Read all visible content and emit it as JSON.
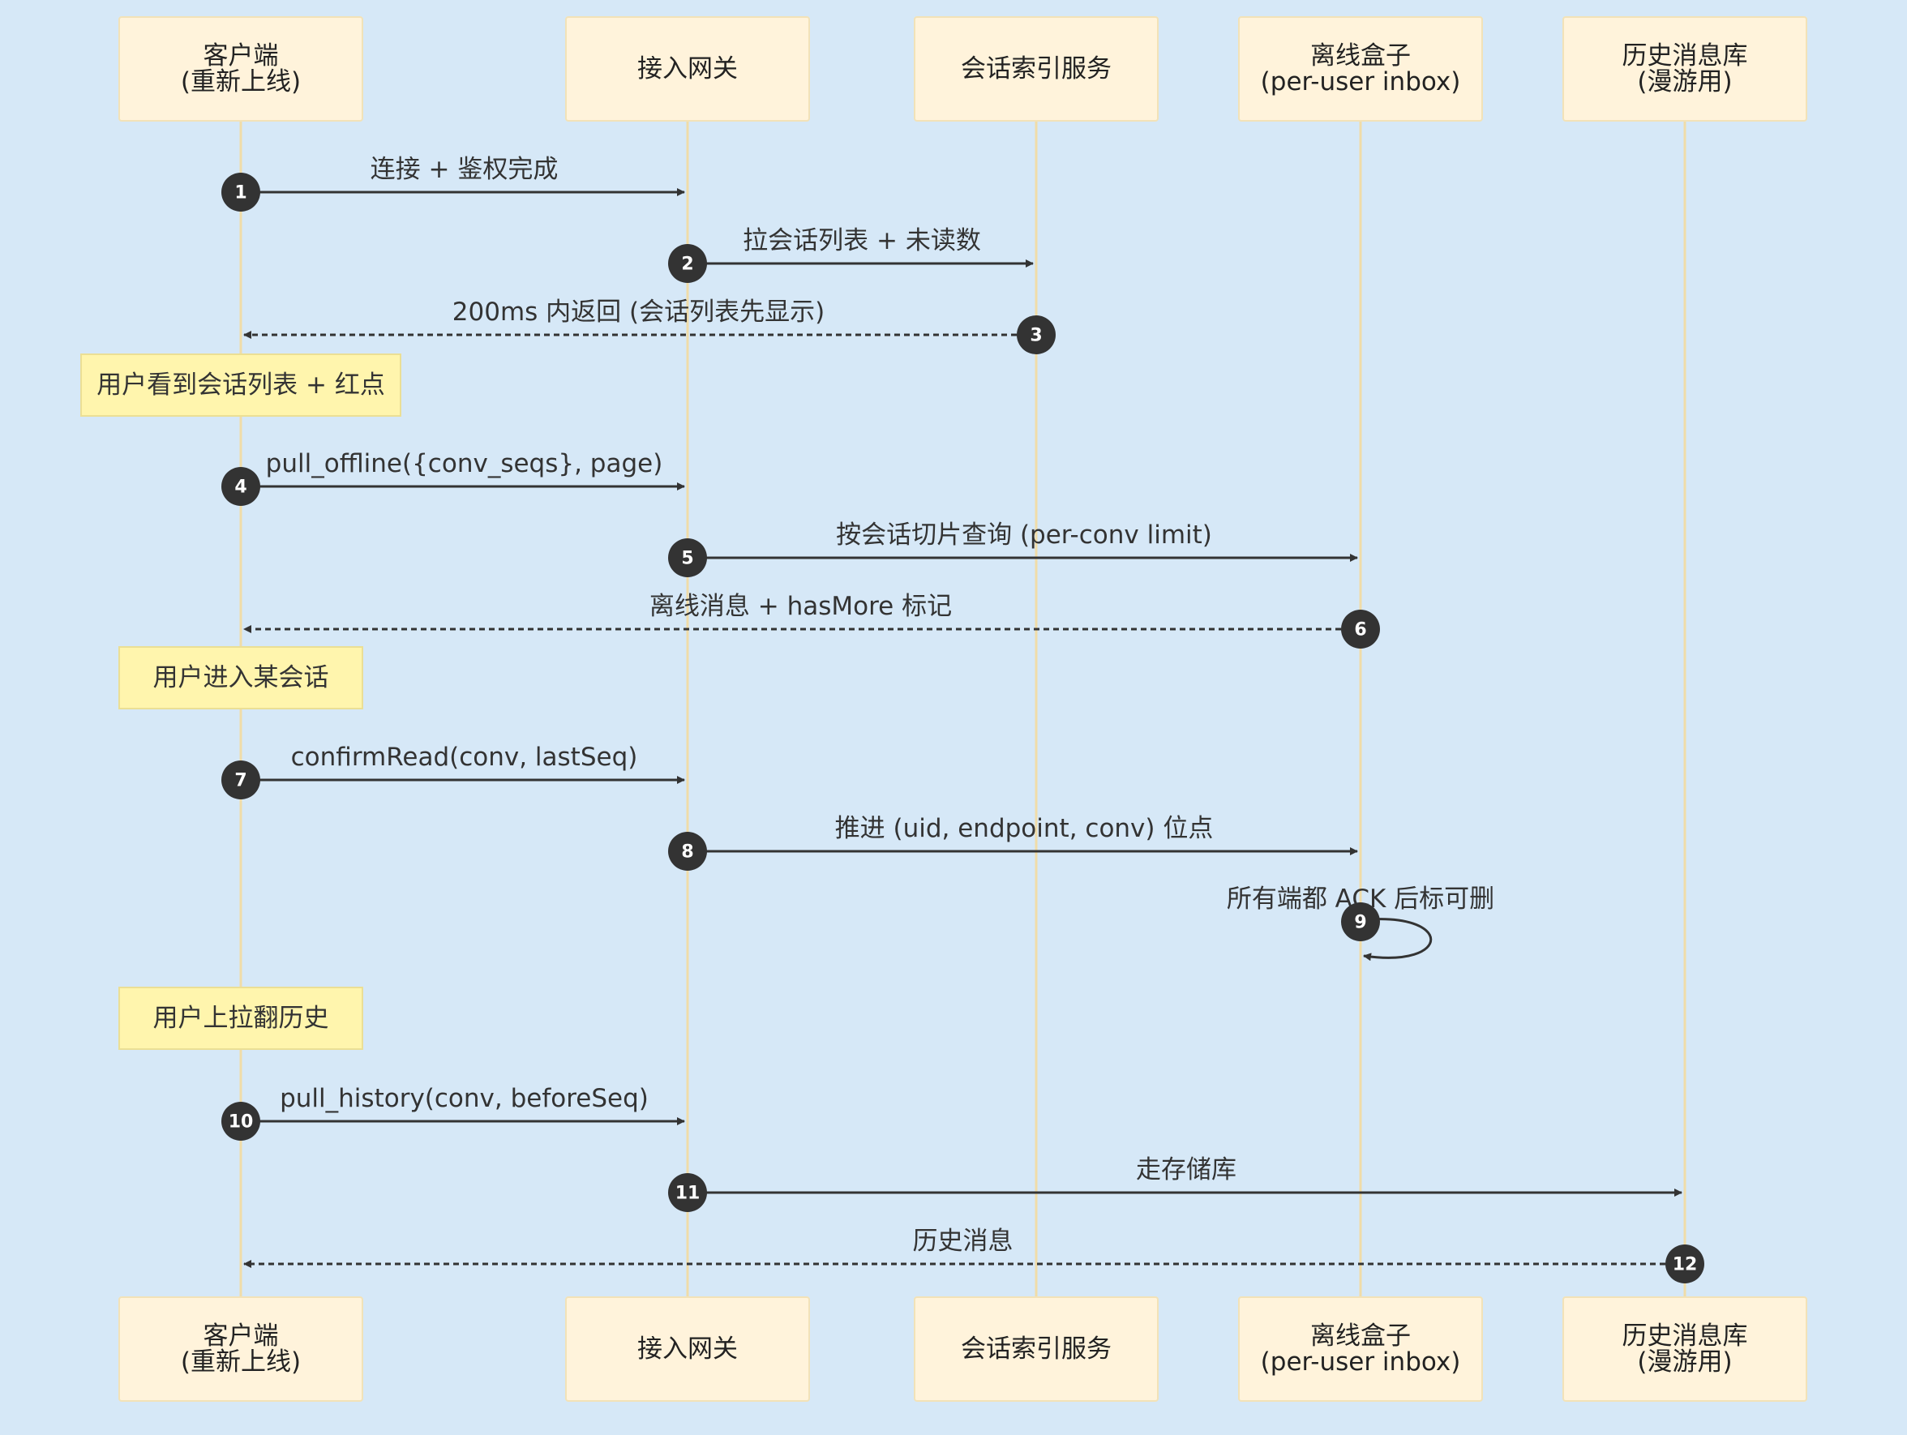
{
  "actors": [
    {
      "id": "client",
      "lines": [
        "客户端",
        "(重新上线)"
      ]
    },
    {
      "id": "gateway",
      "lines": [
        "接入网关"
      ]
    },
    {
      "id": "index",
      "lines": [
        "会话索引服务"
      ]
    },
    {
      "id": "inbox",
      "lines": [
        "离线盒子",
        "(per-user inbox)"
      ]
    },
    {
      "id": "history",
      "lines": [
        "历史消息库",
        "(漫游用)"
      ]
    }
  ],
  "messages": [
    {
      "step": "1",
      "from": "client",
      "to": "gateway",
      "text": "连接 + 鉴权完成",
      "style": "solid"
    },
    {
      "step": "2",
      "from": "gateway",
      "to": "index",
      "text": "拉会话列表 + 未读数",
      "style": "solid"
    },
    {
      "step": "3",
      "from": "index",
      "to": "client",
      "text": "200ms 内返回 (会话列表先显示)",
      "style": "dashed"
    },
    {
      "step": "4",
      "from": "client",
      "to": "gateway",
      "text": "pull_offline({conv_seqs}, page)",
      "style": "solid"
    },
    {
      "step": "5",
      "from": "gateway",
      "to": "inbox",
      "text": "按会话切片查询 (per-conv limit)",
      "style": "solid"
    },
    {
      "step": "6",
      "from": "inbox",
      "to": "client",
      "text": "离线消息 + hasMore 标记",
      "style": "dashed"
    },
    {
      "step": "7",
      "from": "client",
      "to": "gateway",
      "text": "confirmRead(conv, lastSeq)",
      "style": "solid"
    },
    {
      "step": "8",
      "from": "gateway",
      "to": "inbox",
      "text": "推进 (uid, endpoint, conv) 位点",
      "style": "solid"
    },
    {
      "step": "9",
      "from": "inbox",
      "to": "inbox",
      "text": "所有端都 ACK 后标可删",
      "style": "self"
    },
    {
      "step": "10",
      "from": "client",
      "to": "gateway",
      "text": "pull_history(conv, beforeSeq)",
      "style": "solid"
    },
    {
      "step": "11",
      "from": "gateway",
      "to": "history",
      "text": "走存储库",
      "style": "solid"
    },
    {
      "step": "12",
      "from": "history",
      "to": "client",
      "text": "历史消息",
      "style": "dashed"
    }
  ],
  "notes": [
    {
      "actor": "client",
      "text": "用户看到会话列表 + 红点"
    },
    {
      "actor": "client",
      "text": "用户进入某会话"
    },
    {
      "actor": "client",
      "text": "用户上拉翻历史"
    }
  ],
  "colors": {
    "background": "#d6e8f7",
    "actor_fill": "#fff3db",
    "note_fill": "#fff5ad",
    "lifeline": "#f0dca8",
    "line": "#333333"
  }
}
